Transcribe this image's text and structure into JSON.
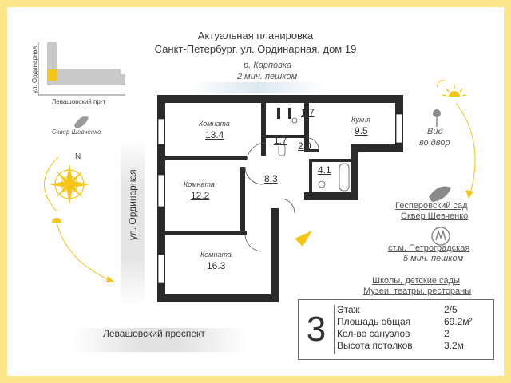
{
  "header": {
    "title_line1": "Актуальная планировка",
    "title_line2": "Санкт-Петербург, ул. Ординарная, дом 19"
  },
  "river": {
    "name": "р. Карповка",
    "walk": "2 мин. пешком"
  },
  "minimap": {
    "street_vertical": "ул. Ординарная",
    "street_horizontal": "Левашовский пр-т",
    "park": "Сквер Шевченко"
  },
  "compass": {
    "north": "N"
  },
  "streets": {
    "left": "ул. Ординарная",
    "bottom": "Левашовский проспект"
  },
  "rooms": [
    {
      "name": "Комната",
      "area": "13.4"
    },
    {
      "name": "Комната",
      "area": "12.2"
    },
    {
      "name": "Комната",
      "area": "16.3"
    },
    {
      "name": "Кухня",
      "area": "9.5"
    },
    {
      "name": "",
      "area": "8.3"
    },
    {
      "name": "",
      "area": "1.7"
    },
    {
      "name": "",
      "area": "1.7"
    },
    {
      "name": "",
      "area": "2.0"
    },
    {
      "name": "",
      "area": "4.1"
    }
  ],
  "view": {
    "line1": "Вид",
    "line2": "во двор"
  },
  "nearby": {
    "garden_line1": "Гесперовский сад",
    "garden_line2": "Сквер Шевченко",
    "metro_line1": "ст.м. Петроградская",
    "metro_line2": "5 мин. пешком",
    "schools": "Школы, детские сады",
    "museums": "Музеи, театры, рестораны"
  },
  "info": {
    "rooms_count": "3",
    "rows": [
      {
        "label": "Этаж",
        "value": "2/5"
      },
      {
        "label": "Площадь общая",
        "value": "69.2м²"
      },
      {
        "label": "Кол-во санузлов",
        "value": "2"
      },
      {
        "label": "Высота потолков",
        "value": "3.2м"
      }
    ]
  },
  "colors": {
    "frame": "#fce58a",
    "accent": "#f5c518",
    "wall": "#2b2b2b",
    "text": "#3a3a3a"
  }
}
